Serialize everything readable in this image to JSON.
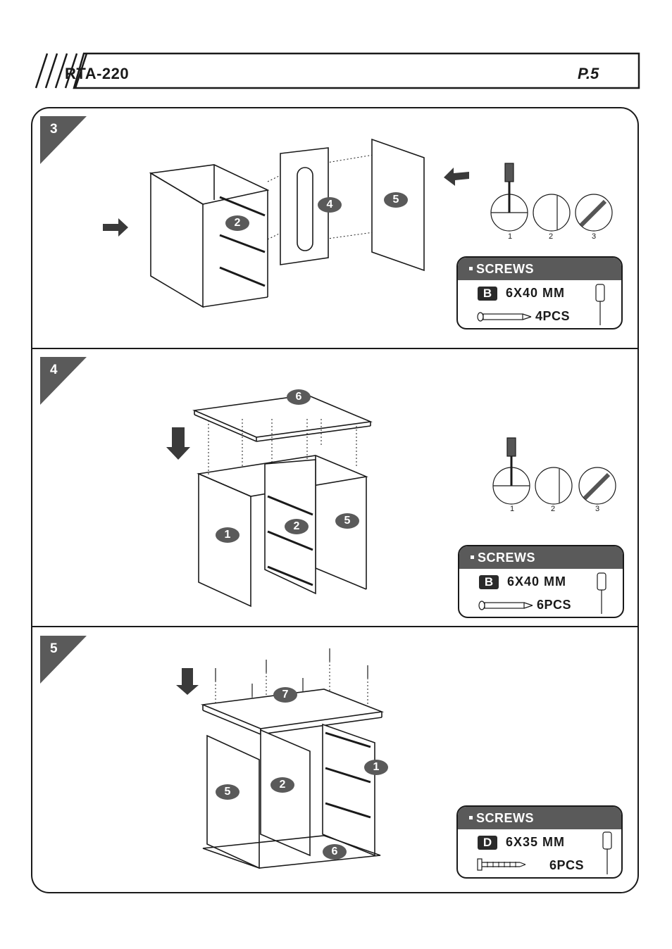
{
  "header": {
    "model": "RTA-220",
    "page": "P.5"
  },
  "steps": [
    {
      "number": "3",
      "part_labels": [
        "2",
        "4",
        "5"
      ],
      "screws": {
        "title": "SCREWS",
        "code": "B",
        "size": "6X40 MM",
        "qty": "4PCS"
      },
      "diagram_labels": [
        "1",
        "2",
        "3"
      ]
    },
    {
      "number": "4",
      "part_labels": [
        "6",
        "1",
        "2",
        "5"
      ],
      "screws": {
        "title": "SCREWS",
        "code": "B",
        "size": "6X40 MM",
        "qty": "6PCS"
      },
      "diagram_labels": [
        "1",
        "2",
        "3"
      ]
    },
    {
      "number": "5",
      "part_labels": [
        "7",
        "1",
        "5",
        "2",
        "6"
      ],
      "screws": {
        "title": "SCREWS",
        "code": "D",
        "size": "6X35 MM",
        "qty": "6PCS"
      }
    }
  ],
  "colors": {
    "badge": "#5a5a5a",
    "line": "#1a1a1a",
    "screws_header": "#5a5a5a"
  }
}
